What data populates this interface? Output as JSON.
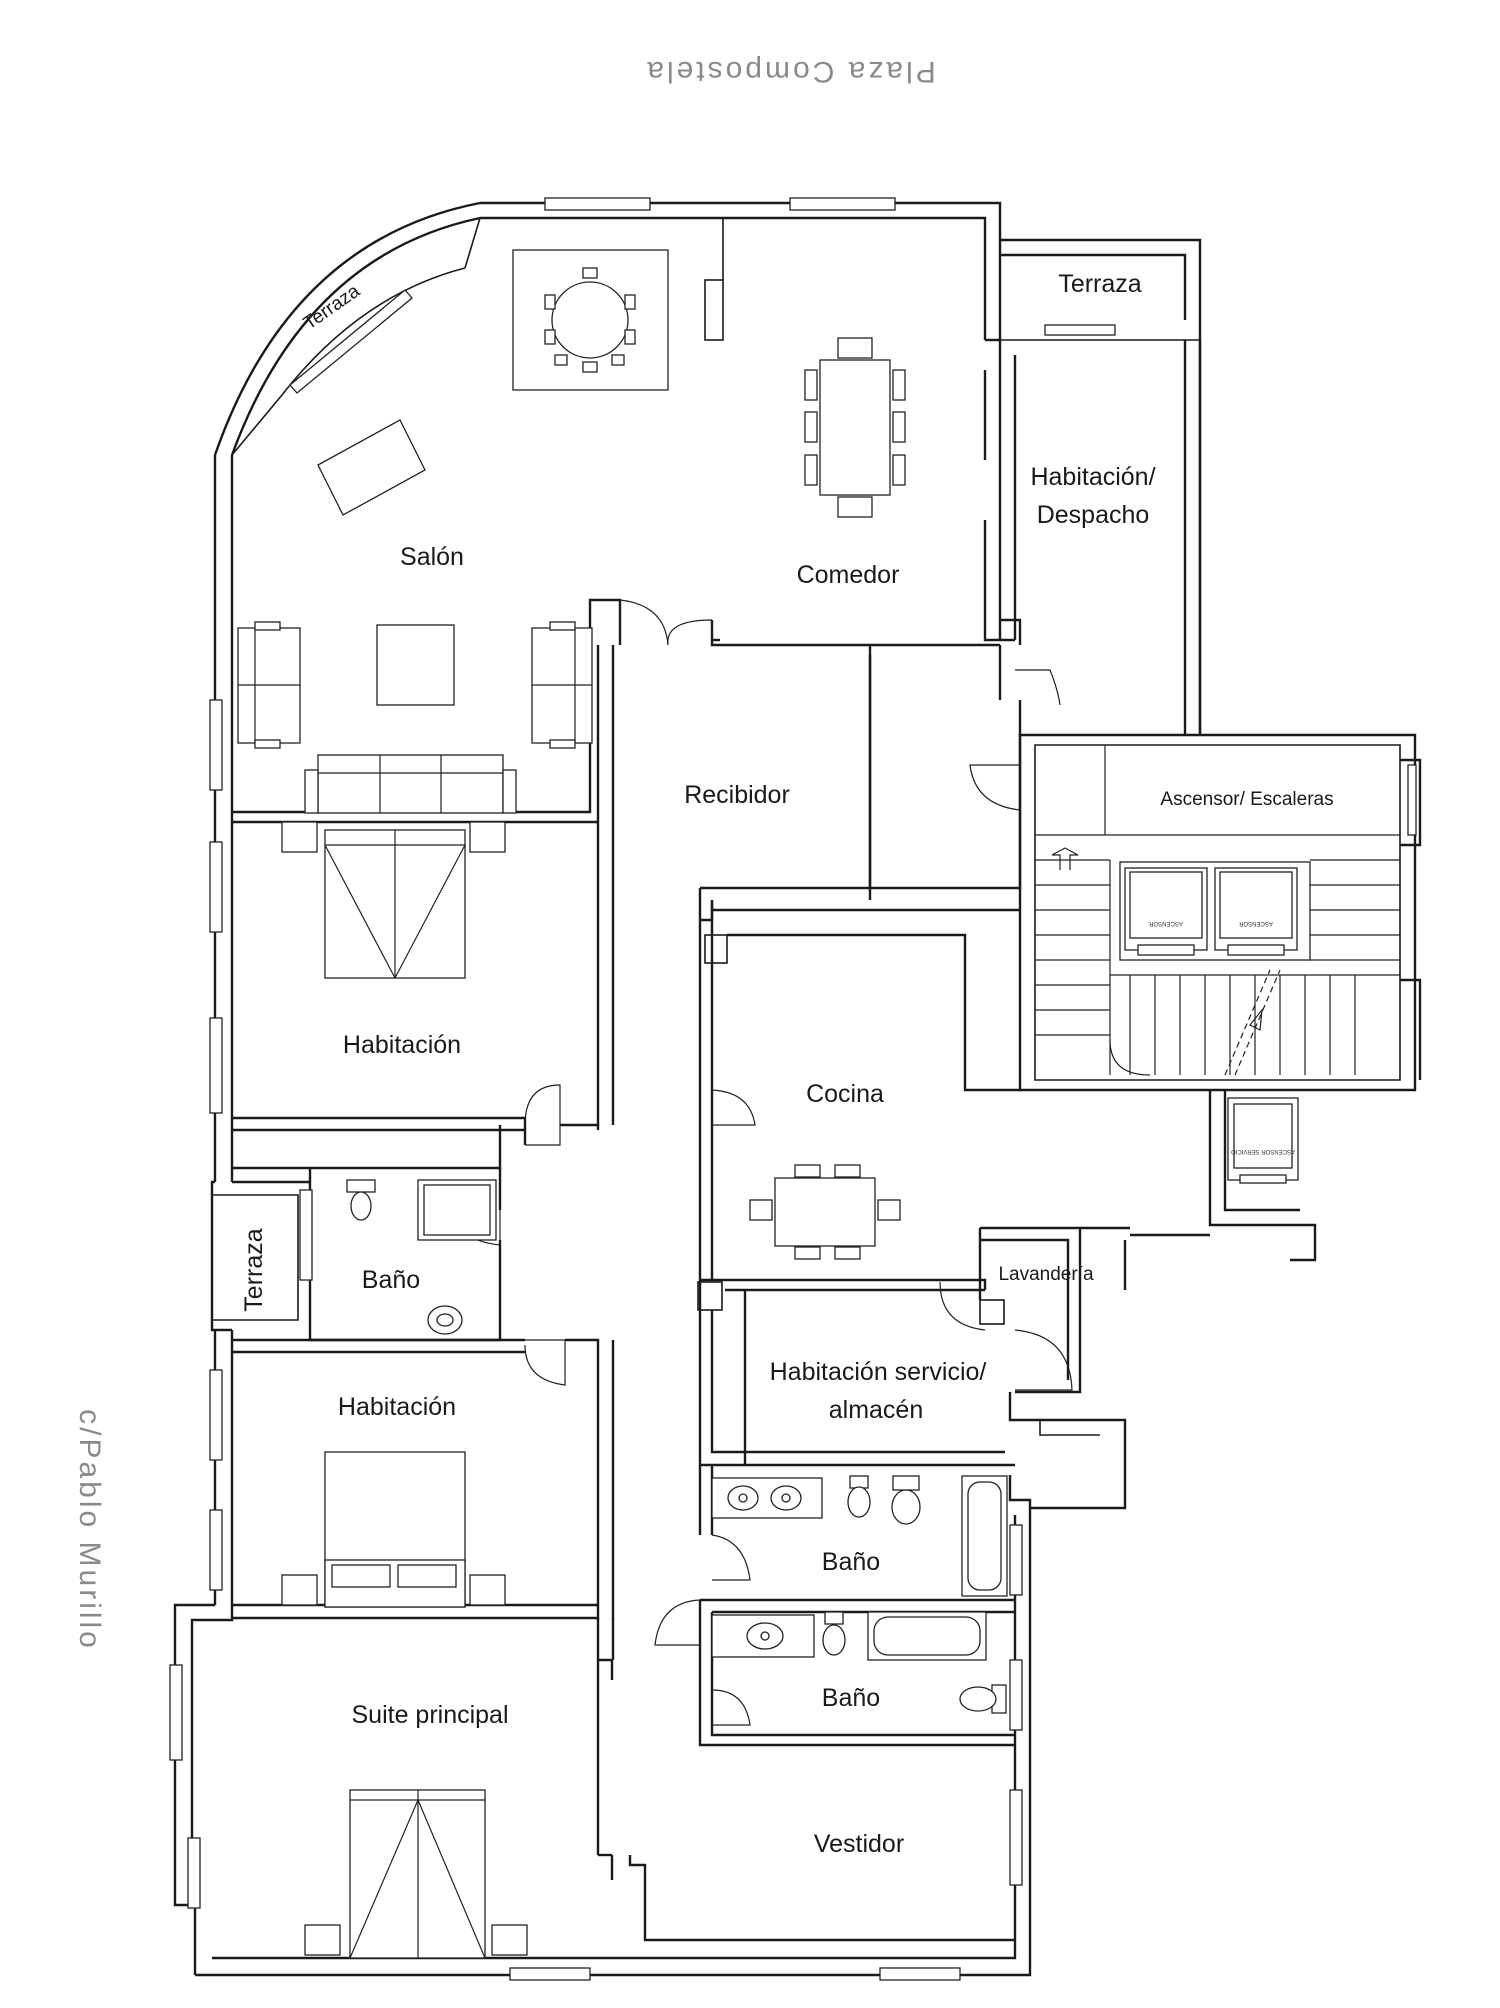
{
  "streets": {
    "top": "Plaza Compostela",
    "left": "c/Pablo Murillo"
  },
  "rooms": {
    "terraza_curved": "Terraza",
    "terraza_top_right": "Terraza",
    "salon": "Salón",
    "comedor": "Comedor",
    "habitacion_despacho_line1": "Habitación/",
    "habitacion_despacho_line2": "Despacho",
    "recibidor": "Recibidor",
    "ascensor_escaleras": "Ascensor/ Escaleras",
    "habitacion_1": "Habitación",
    "cocina": "Cocina",
    "terraza_left": "Terraza",
    "bano_1": "Baño",
    "lavanderia": "Lavandería",
    "habitacion_2": "Habitación",
    "servicio_line1": "Habitación servicio/",
    "servicio_line2": "almacén",
    "bano_2": "Baño",
    "bano_3": "Baño",
    "suite": "Suite principal",
    "vestidor": "Vestidor"
  },
  "elevator_tags": {
    "left": "ASCENSOR",
    "right": "ASCENSOR",
    "service": "ASCENSOR SERVICIO"
  }
}
